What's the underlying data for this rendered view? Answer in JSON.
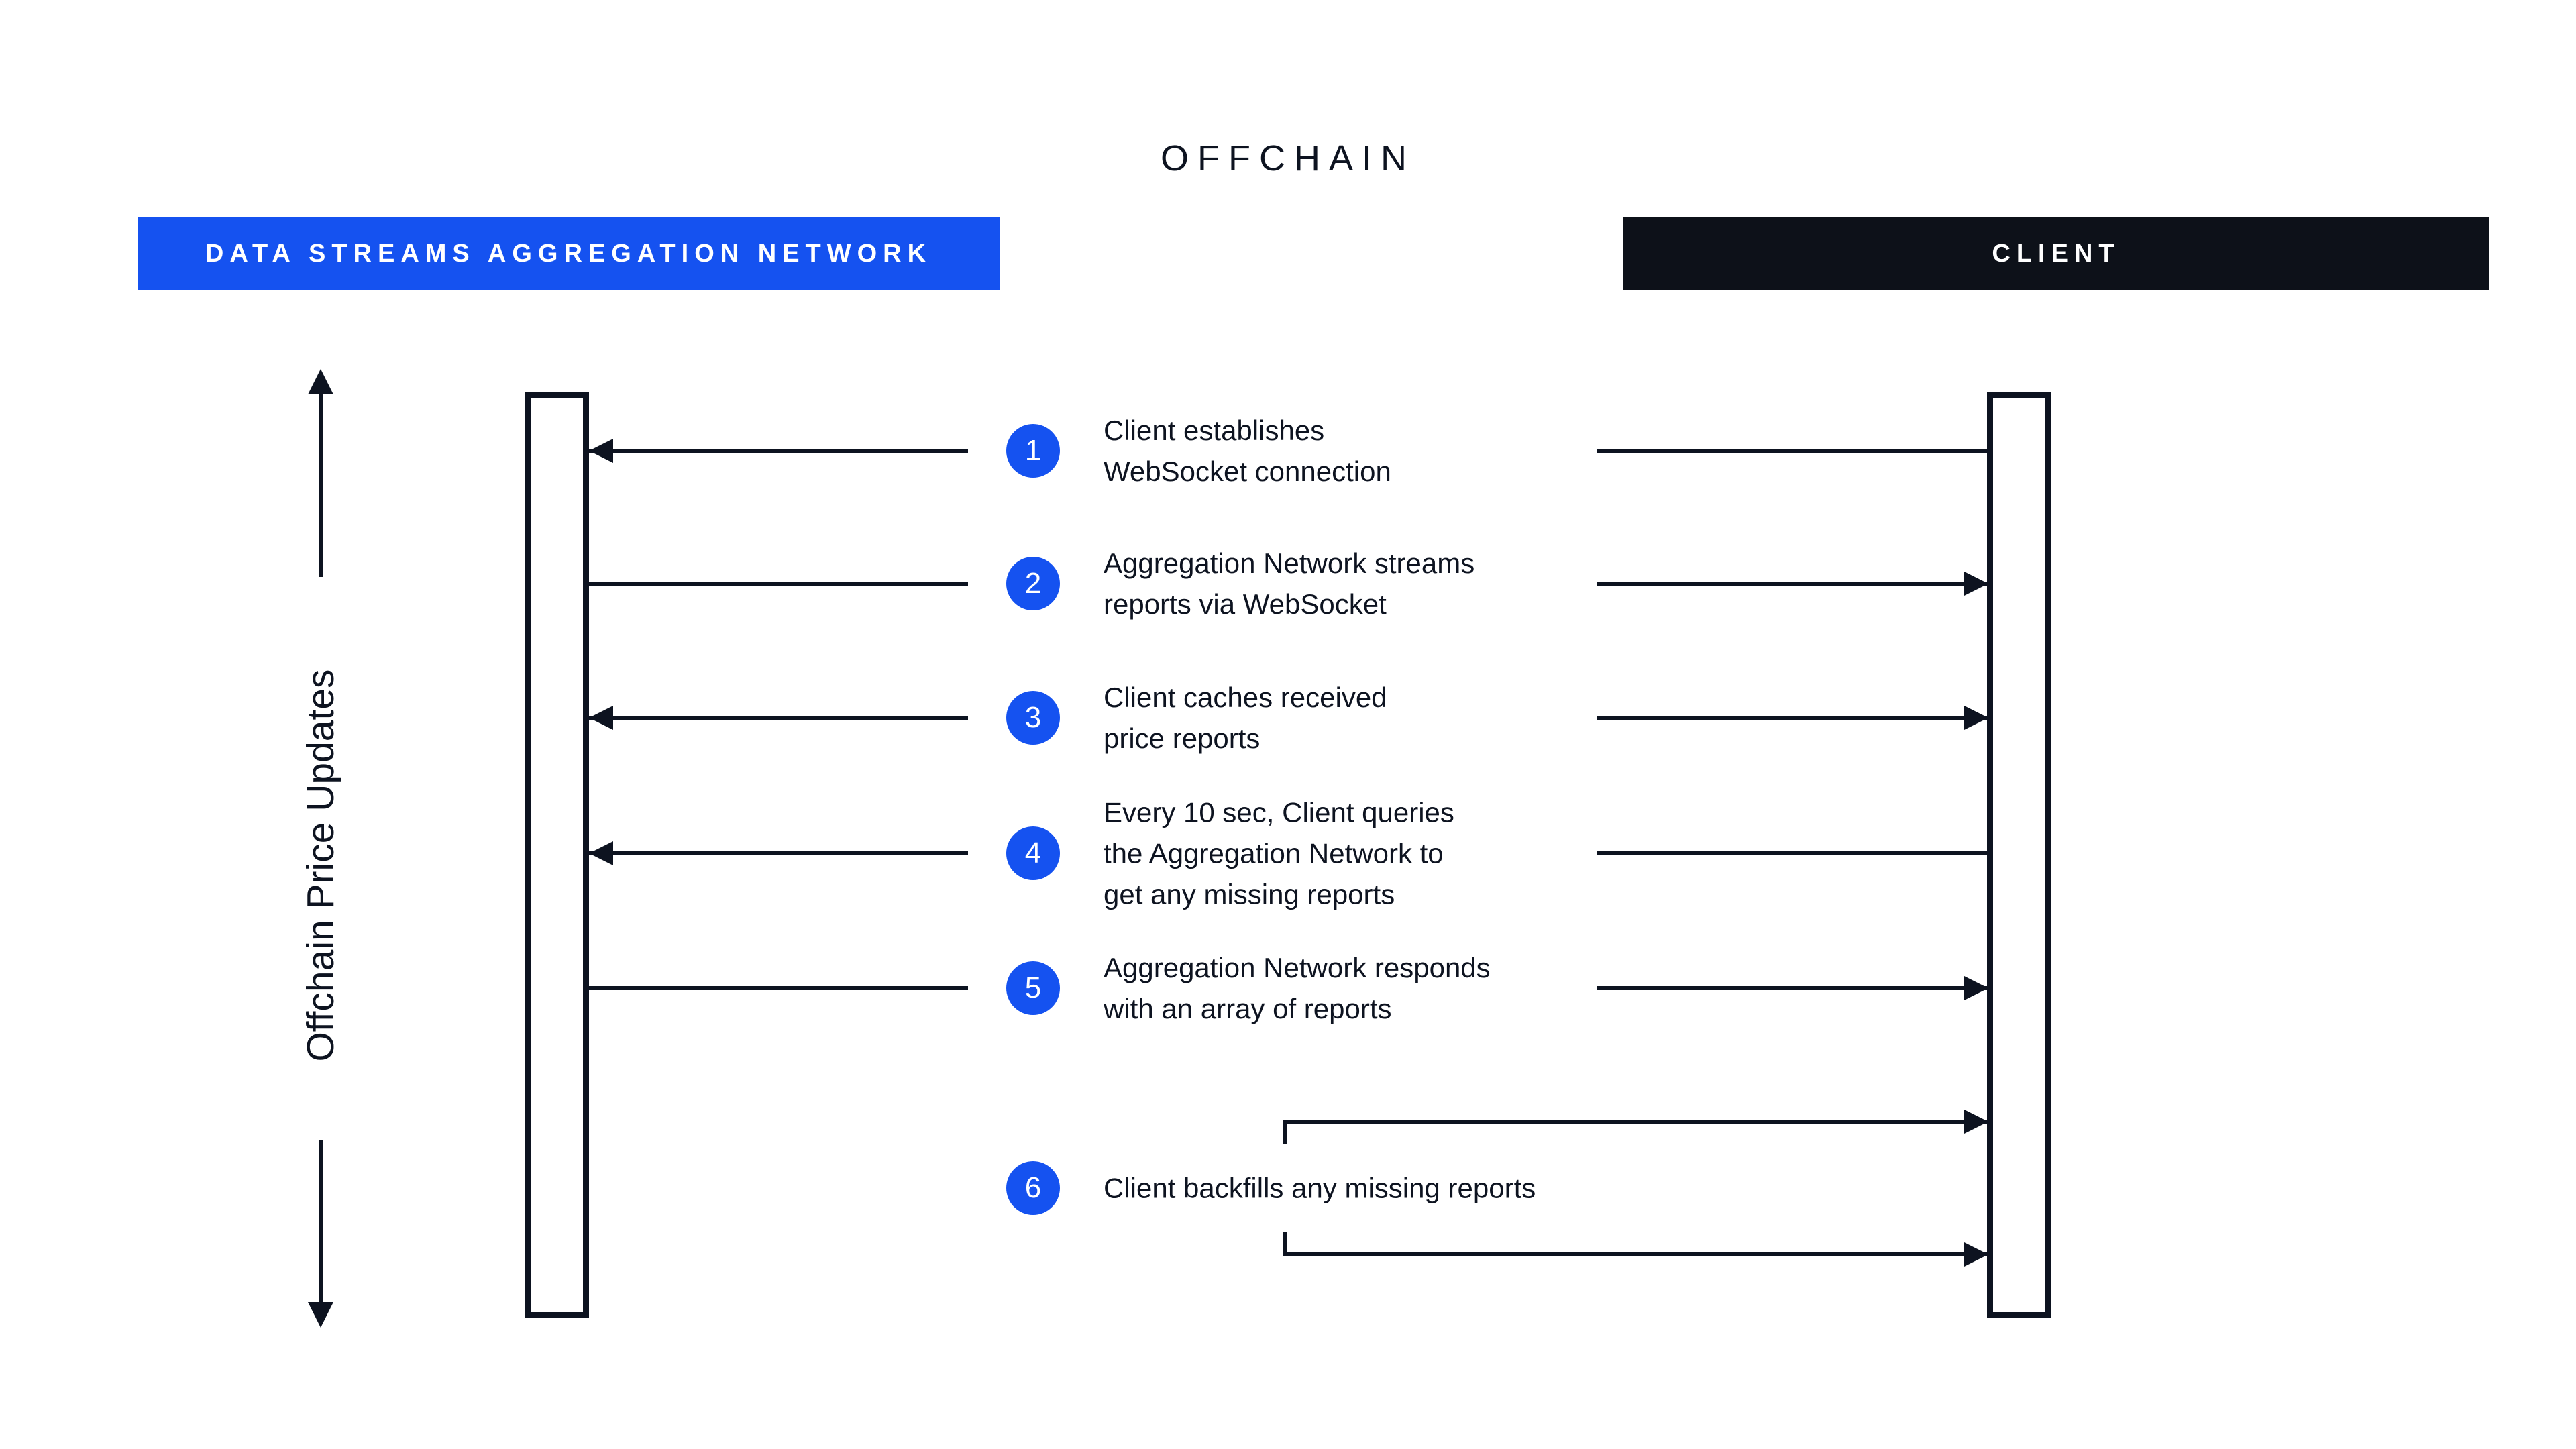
{
  "title": "OFFCHAIN",
  "colors": {
    "accent_blue": "#1552f0",
    "client_dark": "#0d1119",
    "ink": "#0d1320"
  },
  "actors": {
    "aggregation_network": {
      "label": "DATA STREAMS AGGREGATION NETWORK"
    },
    "client": {
      "label": "CLIENT"
    }
  },
  "axis_label": "Offchain Price Updates",
  "steps": [
    {
      "num": "1",
      "lines": [
        "Client establishes",
        "WebSocket connection"
      ],
      "direction": "to-network"
    },
    {
      "num": "2",
      "lines": [
        "Aggregation Network streams",
        "reports via WebSocket"
      ],
      "direction": "to-client"
    },
    {
      "num": "3",
      "lines": [
        "Client caches received",
        "price reports"
      ],
      "direction": "both"
    },
    {
      "num": "4",
      "lines": [
        "Every 10 sec, Client queries",
        "the Aggregation Network to",
        "get any missing reports"
      ],
      "direction": "to-network"
    },
    {
      "num": "5",
      "lines": [
        "Aggregation Network responds",
        "with an array of reports"
      ],
      "direction": "to-client"
    },
    {
      "num": "6",
      "lines": [
        "Client backfills any missing reports"
      ],
      "direction": "to-client-loop"
    }
  ]
}
